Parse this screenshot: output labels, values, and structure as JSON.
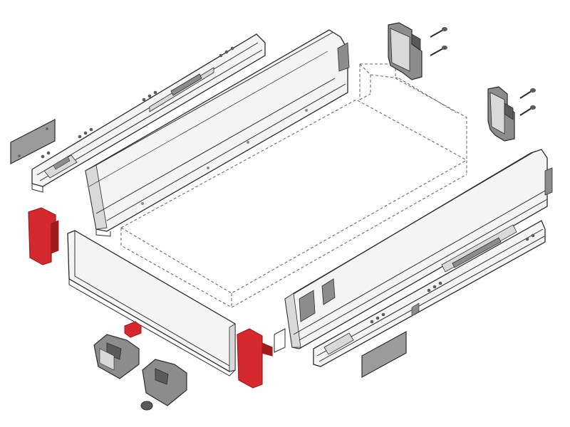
{
  "diagram": {
    "kind": "exploded-assembly",
    "colors": {
      "line": "#2b2b2b",
      "panel": "#f4f4f4",
      "panel_shade": "#d9d9d9",
      "metal_dark": "#5a5a5a",
      "metal_mid": "#8c8c8c",
      "label_plate": "#9b9b9b",
      "accent_red": "#d42a2f",
      "accent_red_dark": "#9e1b1f",
      "dashed": "#6b6b6b"
    },
    "parts": [
      {
        "id": "left-runner",
        "icon": "drawer-runner-icon"
      },
      {
        "id": "left-side-panel",
        "icon": "side-panel-icon"
      },
      {
        "id": "right-side-panel",
        "icon": "side-panel-icon"
      },
      {
        "id": "right-runner",
        "icon": "drawer-runner-icon"
      },
      {
        "id": "back-bracket-left",
        "icon": "bracket-icon"
      },
      {
        "id": "back-bracket-right",
        "icon": "bracket-icon"
      },
      {
        "id": "screw",
        "icon": "screw-icon",
        "count": 4
      },
      {
        "id": "drawer-front-panel",
        "icon": "front-panel-icon"
      },
      {
        "id": "front-cap-left",
        "icon": "front-cap-icon"
      },
      {
        "id": "front-cap-right",
        "icon": "front-cap-icon"
      },
      {
        "id": "front-clip-small",
        "icon": "clip-icon"
      },
      {
        "id": "locking-device-left",
        "icon": "locking-device-icon"
      },
      {
        "id": "locking-device-right",
        "icon": "locking-device-icon"
      },
      {
        "id": "adjuster-knob",
        "icon": "knob-icon"
      },
      {
        "id": "cover-plate-left",
        "icon": "cover-plate-icon"
      },
      {
        "id": "cover-plate-right",
        "icon": "cover-plate-icon"
      },
      {
        "id": "drawer-box-outline",
        "icon": "dashed-box-icon"
      }
    ]
  }
}
